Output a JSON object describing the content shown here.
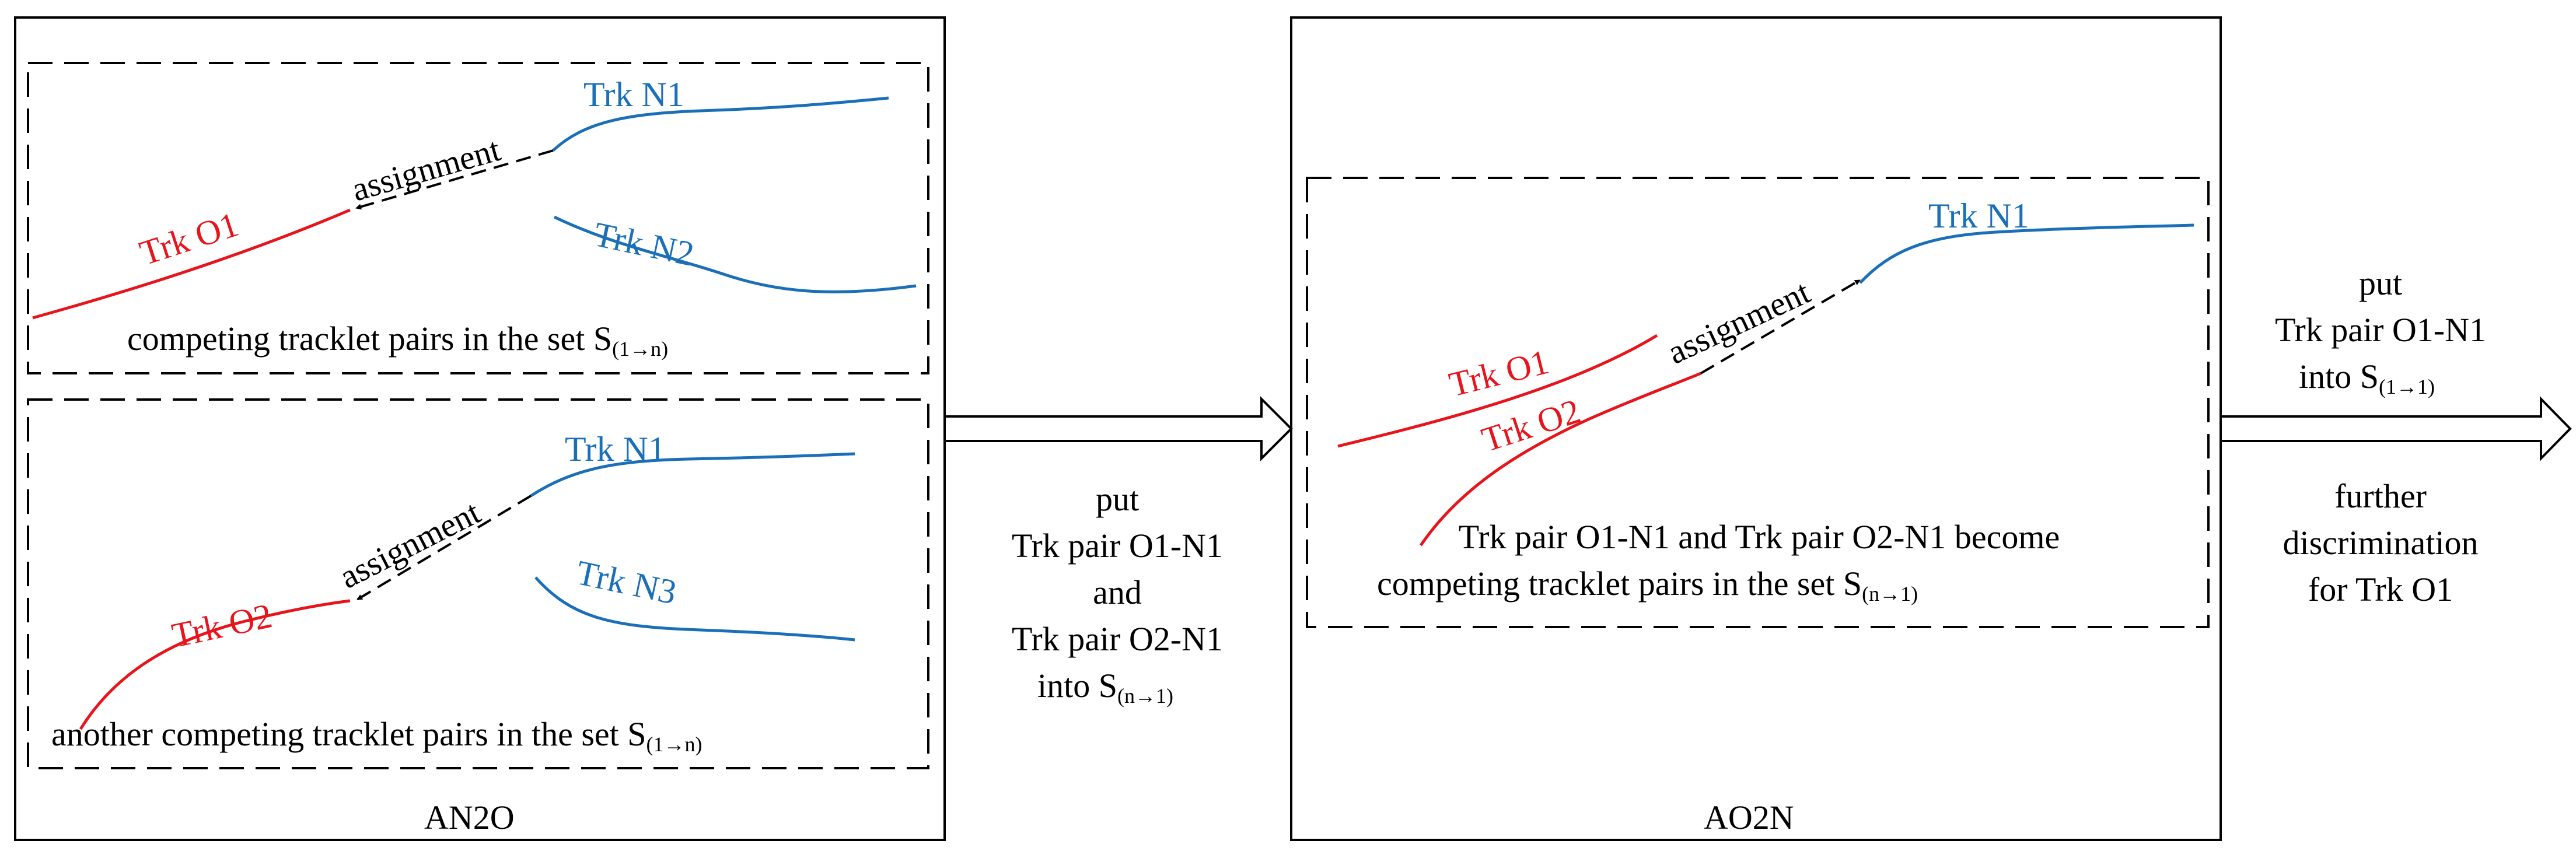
{
  "colors": {
    "old_tracklet": "#e8141c",
    "new_tracklet": "#1a6fb8",
    "line": "#000000"
  },
  "left_panel": {
    "caption": "AN2O",
    "top_group": {
      "trk_n1": "Trk N1",
      "trk_n2": "Trk N2",
      "trk_o1": "Trk O1",
      "assignment": "assignment",
      "set_text": "competing tracklet pairs in the set S",
      "set_sub": "(1→n)"
    },
    "bottom_group": {
      "trk_n1": "Trk N1",
      "trk_n3": "Trk N3",
      "trk_o2": "Trk O2",
      "assignment": "assignment",
      "set_text": "another competing tracklet pairs in the set S",
      "set_sub": "(1→n)"
    }
  },
  "middle_arrow_text": {
    "put": "put",
    "pair1": "Trk pair O1-N1",
    "and": "and",
    "pair2": "Trk pair O2-N1",
    "into": "into S",
    "into_sub": "(n→1)"
  },
  "right_panel": {
    "caption": "AO2N",
    "trk_n1": "Trk N1",
    "trk_o1": "Trk O1",
    "trk_o2": "Trk O2",
    "assignment": "assignment",
    "text_line1": "Trk pair O1-N1 and Trk pair O2-N1 become",
    "text_line2": "competing tracklet pairs in the set S",
    "text_line2_sub": "(n→1)"
  },
  "right_arrow_text": {
    "put": "put",
    "pair": "Trk pair O1-N1",
    "into": "into S",
    "into_sub": "(1→1)",
    "further": "further",
    "discrimination": "discrimination",
    "for_trk": "for Trk O1"
  }
}
